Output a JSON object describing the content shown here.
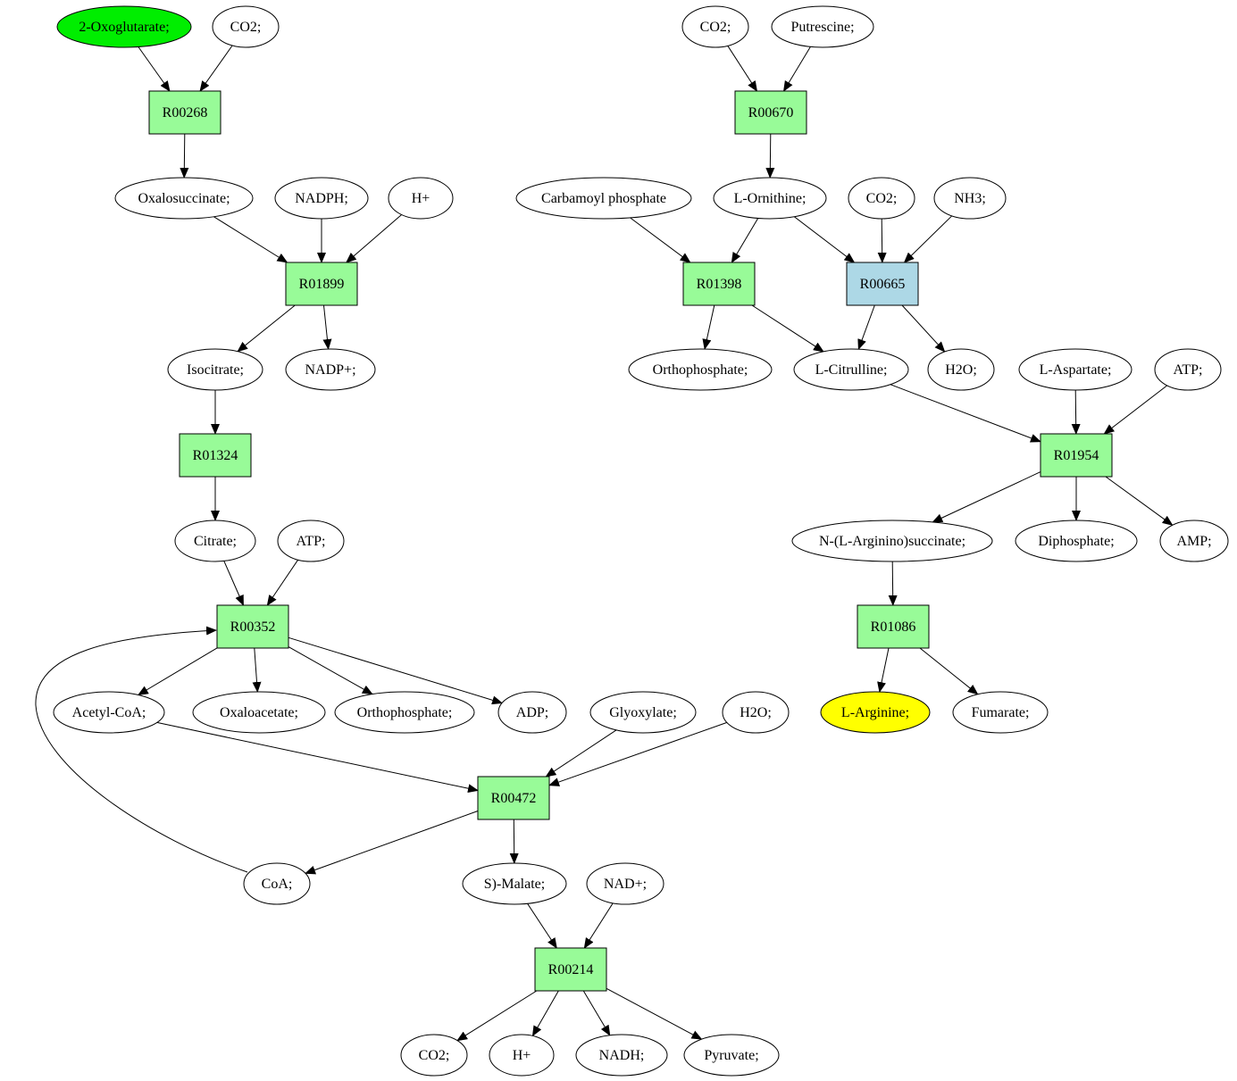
{
  "colors": {
    "background": "#ffffff",
    "stroke": "#000000",
    "reaction_fill": "#98fb98",
    "reaction_highlight_fill": "#add8e6",
    "compound_fill": "#ffffff",
    "source_fill": "#00ee00",
    "target_fill": "#ffff00"
  },
  "nodes": [
    {
      "id": "c_2oxo",
      "kind": "compound",
      "label": "2-Oxoglutarate;",
      "style": "source"
    },
    {
      "id": "c_co2_a",
      "kind": "compound",
      "label": "CO2;"
    },
    {
      "id": "r00268",
      "kind": "reaction",
      "label": "R00268"
    },
    {
      "id": "c_oxalosuccinate",
      "kind": "compound",
      "label": "Oxalosuccinate;"
    },
    {
      "id": "c_nadph",
      "kind": "compound",
      "label": "NADPH;"
    },
    {
      "id": "c_hplus_a",
      "kind": "compound",
      "label": "H+"
    },
    {
      "id": "r01899",
      "kind": "reaction",
      "label": "R01899"
    },
    {
      "id": "c_isocitrate",
      "kind": "compound",
      "label": "Isocitrate;"
    },
    {
      "id": "c_nadpplus",
      "kind": "compound",
      "label": "NADP+;"
    },
    {
      "id": "r01324",
      "kind": "reaction",
      "label": "R01324"
    },
    {
      "id": "c_citrate",
      "kind": "compound",
      "label": "Citrate;"
    },
    {
      "id": "c_atp_a",
      "kind": "compound",
      "label": "ATP;"
    },
    {
      "id": "r00352",
      "kind": "reaction",
      "label": "R00352"
    },
    {
      "id": "c_acetylcoa",
      "kind": "compound",
      "label": "Acetyl-CoA;"
    },
    {
      "id": "c_oxaloacetate",
      "kind": "compound",
      "label": "Oxaloacetate;"
    },
    {
      "id": "c_orthophosphate_a",
      "kind": "compound",
      "label": "Orthophosphate;"
    },
    {
      "id": "c_adp",
      "kind": "compound",
      "label": "ADP;"
    },
    {
      "id": "c_glyoxylate",
      "kind": "compound",
      "label": "Glyoxylate;"
    },
    {
      "id": "c_h2o_a",
      "kind": "compound",
      "label": "H2O;"
    },
    {
      "id": "r00472",
      "kind": "reaction",
      "label": "R00472"
    },
    {
      "id": "c_coa",
      "kind": "compound",
      "label": "CoA;"
    },
    {
      "id": "c_smalate",
      "kind": "compound",
      "label": "S)-Malate;"
    },
    {
      "id": "c_nadplus",
      "kind": "compound",
      "label": "NAD+;"
    },
    {
      "id": "r00214",
      "kind": "reaction",
      "label": "R00214"
    },
    {
      "id": "c_co2_b",
      "kind": "compound",
      "label": "CO2;"
    },
    {
      "id": "c_hplus_b",
      "kind": "compound",
      "label": "H+"
    },
    {
      "id": "c_nadh",
      "kind": "compound",
      "label": "NADH;"
    },
    {
      "id": "c_pyruvate",
      "kind": "compound",
      "label": "Pyruvate;"
    },
    {
      "id": "c_co2_c",
      "kind": "compound",
      "label": "CO2;"
    },
    {
      "id": "c_putrescine",
      "kind": "compound",
      "label": "Putrescine;"
    },
    {
      "id": "r00670",
      "kind": "reaction",
      "label": "R00670"
    },
    {
      "id": "c_carbamoyl",
      "kind": "compound",
      "label": "Carbamoyl phosphate"
    },
    {
      "id": "c_lornithine",
      "kind": "compound",
      "label": "L-Ornithine;"
    },
    {
      "id": "c_co2_d",
      "kind": "compound",
      "label": "CO2;"
    },
    {
      "id": "c_nh3",
      "kind": "compound",
      "label": "NH3;"
    },
    {
      "id": "r01398",
      "kind": "reaction",
      "label": "R01398"
    },
    {
      "id": "r00665",
      "kind": "reaction",
      "label": "R00665",
      "style": "highlight"
    },
    {
      "id": "c_orthophosphate_b",
      "kind": "compound",
      "label": "Orthophosphate;"
    },
    {
      "id": "c_lcitrulline",
      "kind": "compound",
      "label": "L-Citrulline;"
    },
    {
      "id": "c_h2o_b",
      "kind": "compound",
      "label": "H2O;"
    },
    {
      "id": "c_laspartate",
      "kind": "compound",
      "label": "L-Aspartate;"
    },
    {
      "id": "c_atp_b",
      "kind": "compound",
      "label": "ATP;"
    },
    {
      "id": "r01954",
      "kind": "reaction",
      "label": "R01954"
    },
    {
      "id": "c_nlarginino",
      "kind": "compound",
      "label": "N-(L-Arginino)succinate;"
    },
    {
      "id": "c_diphosphate",
      "kind": "compound",
      "label": "Diphosphate;"
    },
    {
      "id": "c_amp",
      "kind": "compound",
      "label": "AMP;"
    },
    {
      "id": "r01086",
      "kind": "reaction",
      "label": "R01086"
    },
    {
      "id": "c_larginine",
      "kind": "compound",
      "label": "L-Arginine;",
      "style": "target"
    },
    {
      "id": "c_fumarate",
      "kind": "compound",
      "label": "Fumarate;"
    }
  ],
  "edges": [
    {
      "from": "c_2oxo",
      "to": "r00268"
    },
    {
      "from": "c_co2_a",
      "to": "r00268"
    },
    {
      "from": "r00268",
      "to": "c_oxalosuccinate"
    },
    {
      "from": "c_oxalosuccinate",
      "to": "r01899"
    },
    {
      "from": "c_nadph",
      "to": "r01899"
    },
    {
      "from": "c_hplus_a",
      "to": "r01899"
    },
    {
      "from": "r01899",
      "to": "c_isocitrate"
    },
    {
      "from": "r01899",
      "to": "c_nadpplus"
    },
    {
      "from": "c_isocitrate",
      "to": "r01324"
    },
    {
      "from": "r01324",
      "to": "c_citrate"
    },
    {
      "from": "c_citrate",
      "to": "r00352"
    },
    {
      "from": "c_atp_a",
      "to": "r00352"
    },
    {
      "from": "r00352",
      "to": "c_acetylcoa"
    },
    {
      "from": "r00352",
      "to": "c_oxaloacetate"
    },
    {
      "from": "r00352",
      "to": "c_orthophosphate_a"
    },
    {
      "from": "r00352",
      "to": "c_adp"
    },
    {
      "from": "c_acetylcoa",
      "to": "r00472"
    },
    {
      "from": "c_glyoxylate",
      "to": "r00472"
    },
    {
      "from": "c_h2o_a",
      "to": "r00472"
    },
    {
      "from": "r00472",
      "to": "c_coa"
    },
    {
      "from": "r00472",
      "to": "c_smalate"
    },
    {
      "from": "c_coa",
      "to": "r00352"
    },
    {
      "from": "c_smalate",
      "to": "r00214"
    },
    {
      "from": "c_nadplus",
      "to": "r00214"
    },
    {
      "from": "r00214",
      "to": "c_co2_b"
    },
    {
      "from": "r00214",
      "to": "c_hplus_b"
    },
    {
      "from": "r00214",
      "to": "c_nadh"
    },
    {
      "from": "r00214",
      "to": "c_pyruvate"
    },
    {
      "from": "c_co2_c",
      "to": "r00670"
    },
    {
      "from": "c_putrescine",
      "to": "r00670"
    },
    {
      "from": "r00670",
      "to": "c_lornithine"
    },
    {
      "from": "c_carbamoyl",
      "to": "r01398"
    },
    {
      "from": "c_lornithine",
      "to": "r01398"
    },
    {
      "from": "c_lornithine",
      "to": "r00665"
    },
    {
      "from": "c_co2_d",
      "to": "r00665"
    },
    {
      "from": "c_nh3",
      "to": "r00665"
    },
    {
      "from": "r01398",
      "to": "c_orthophosphate_b"
    },
    {
      "from": "r01398",
      "to": "c_lcitrulline"
    },
    {
      "from": "r00665",
      "to": "c_lcitrulline"
    },
    {
      "from": "r00665",
      "to": "c_h2o_b"
    },
    {
      "from": "c_lcitrulline",
      "to": "r01954"
    },
    {
      "from": "c_laspartate",
      "to": "r01954"
    },
    {
      "from": "c_atp_b",
      "to": "r01954"
    },
    {
      "from": "r01954",
      "to": "c_nlarginino"
    },
    {
      "from": "r01954",
      "to": "c_diphosphate"
    },
    {
      "from": "r01954",
      "to": "c_amp"
    },
    {
      "from": "c_nlarginino",
      "to": "r01086"
    },
    {
      "from": "r01086",
      "to": "c_larginine"
    },
    {
      "from": "r01086",
      "to": "c_fumarate"
    }
  ]
}
